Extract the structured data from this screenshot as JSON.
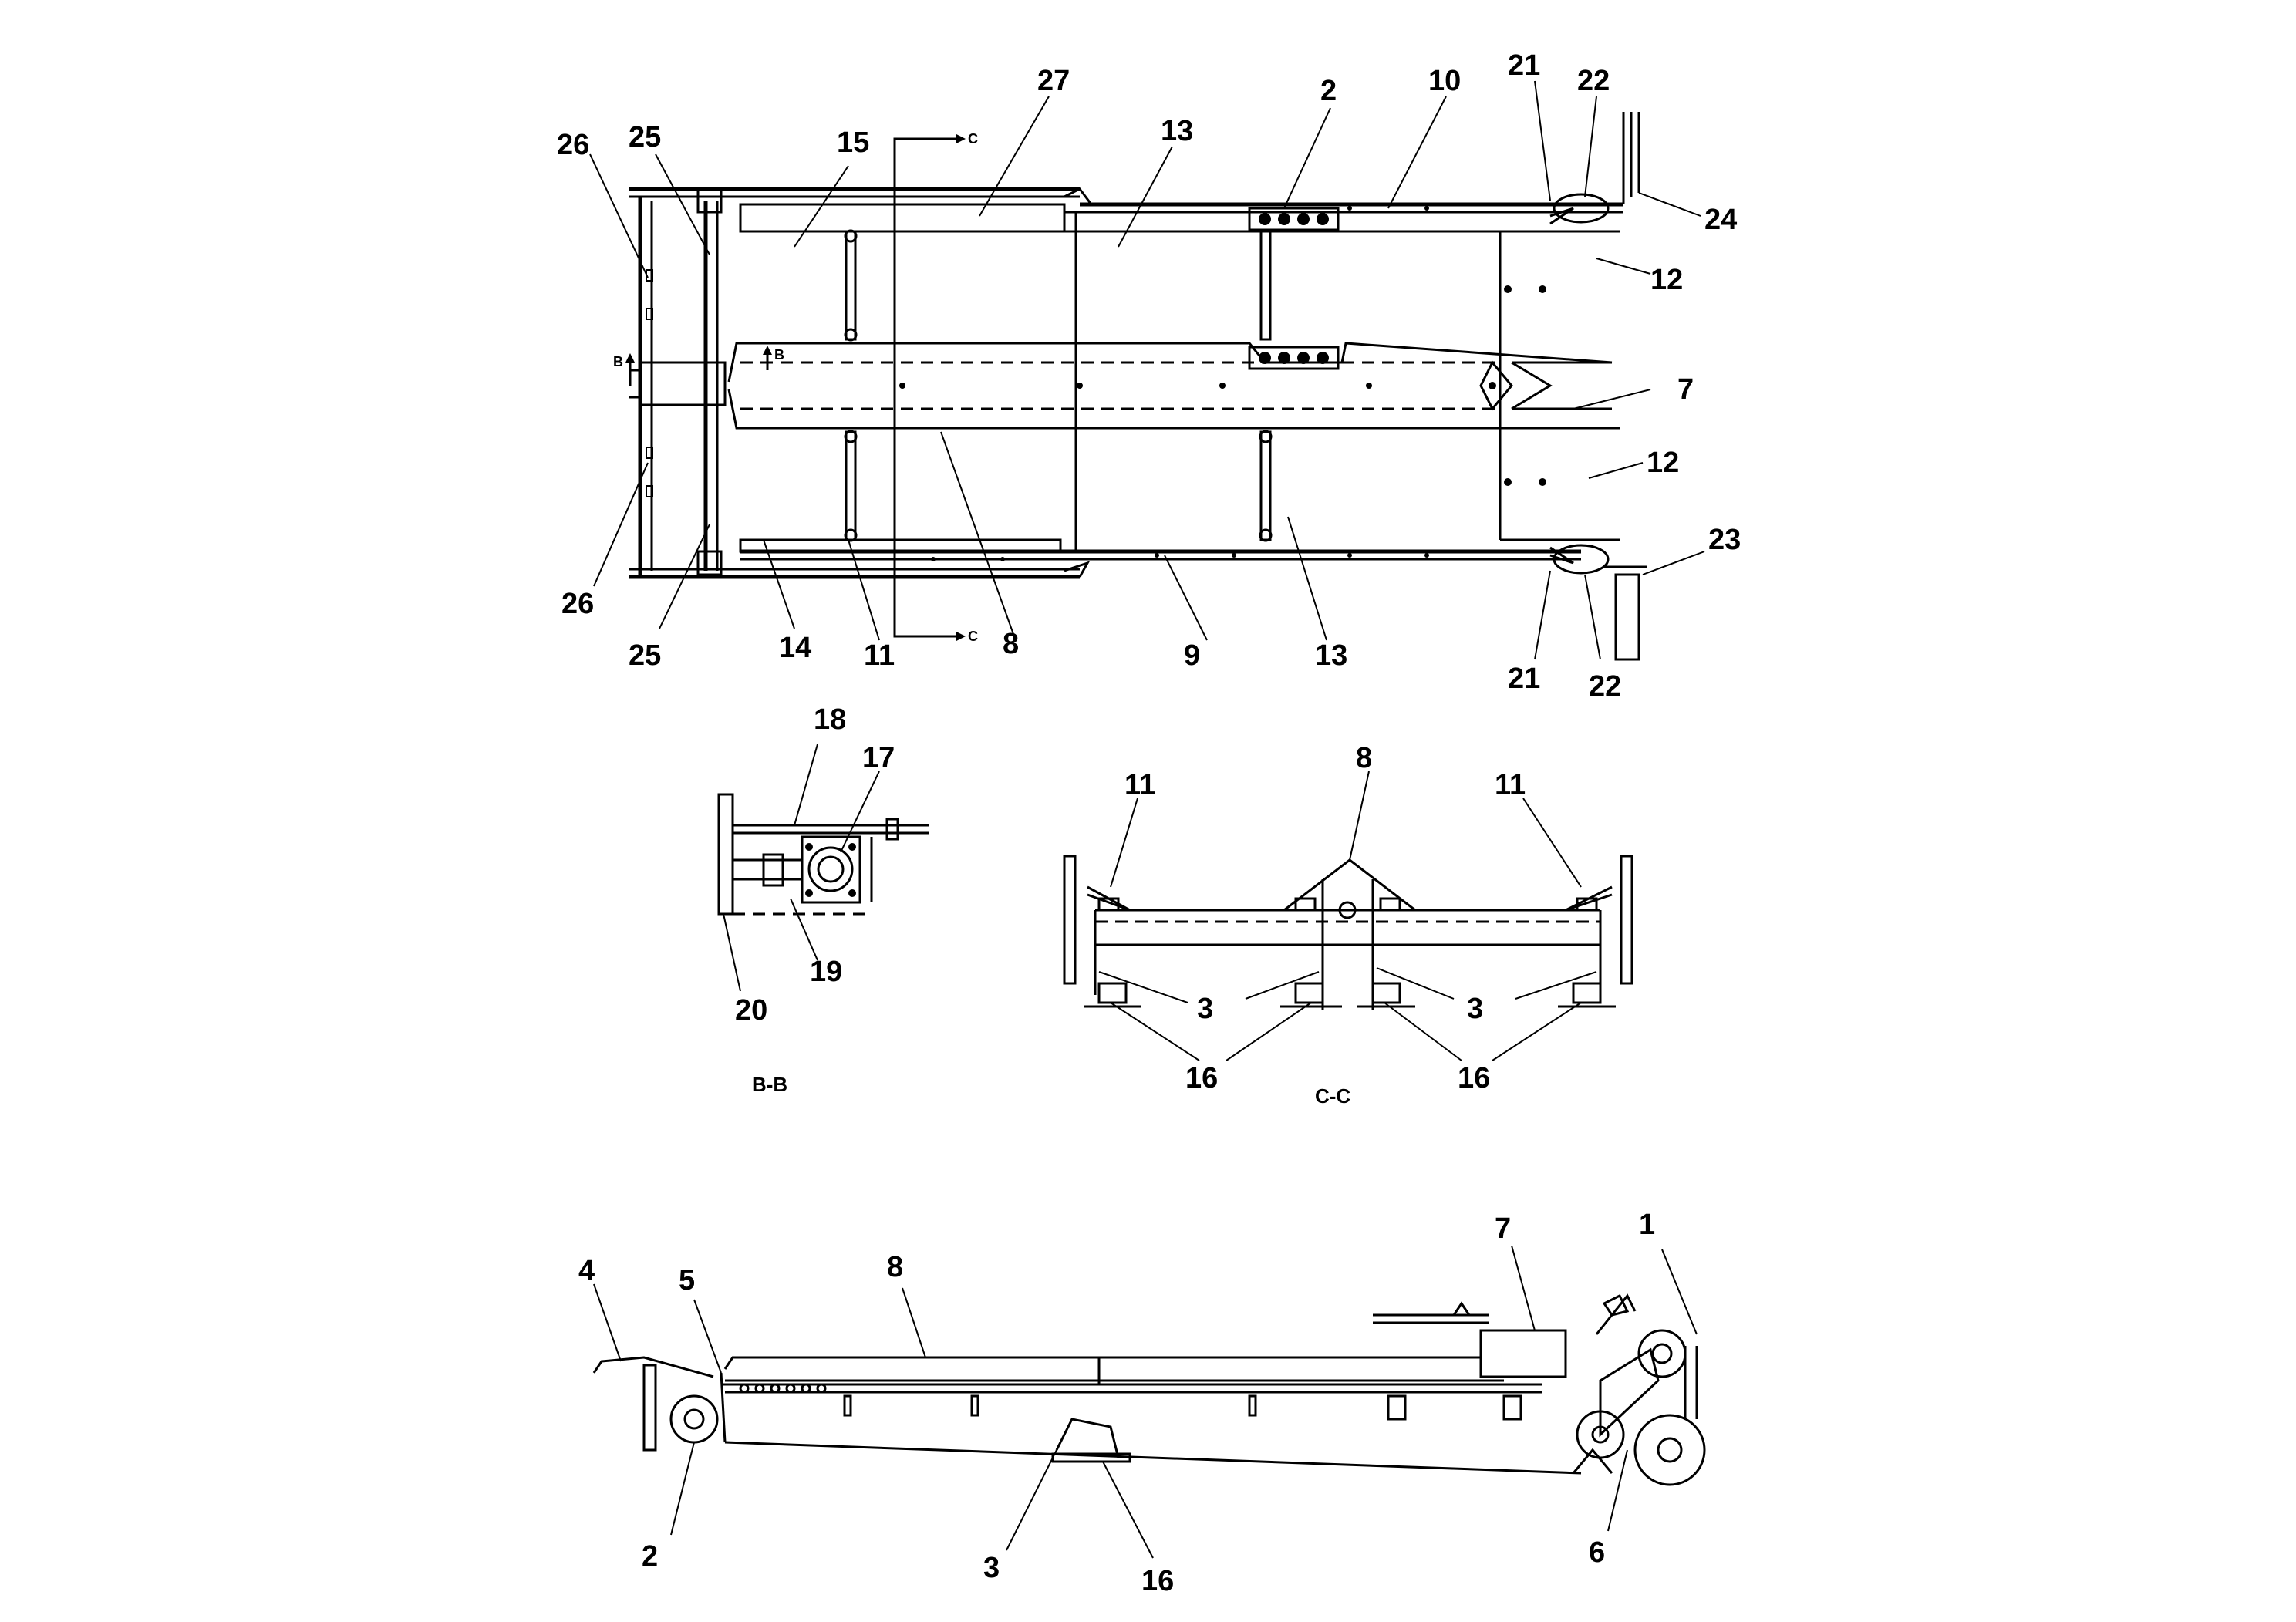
{
  "views": {
    "section_b": "B-B",
    "section_c": "C-C"
  },
  "section_marks": {
    "b": "B",
    "c": "C"
  },
  "top_view_callouts": [
    "26",
    "25",
    "15",
    "27",
    "13",
    "2",
    "10",
    "21",
    "22",
    "24",
    "12",
    "7",
    "12",
    "23",
    "26",
    "25",
    "14",
    "11",
    "8",
    "9",
    "13",
    "21",
    "22"
  ],
  "bb_callouts": [
    "18",
    "17",
    "19",
    "20"
  ],
  "cc_callouts": [
    "11",
    "8",
    "11",
    "3",
    "3",
    "16",
    "16"
  ],
  "side_view_callouts": [
    "4",
    "5",
    "8",
    "7",
    "1",
    "2",
    "3",
    "16",
    "6"
  ]
}
